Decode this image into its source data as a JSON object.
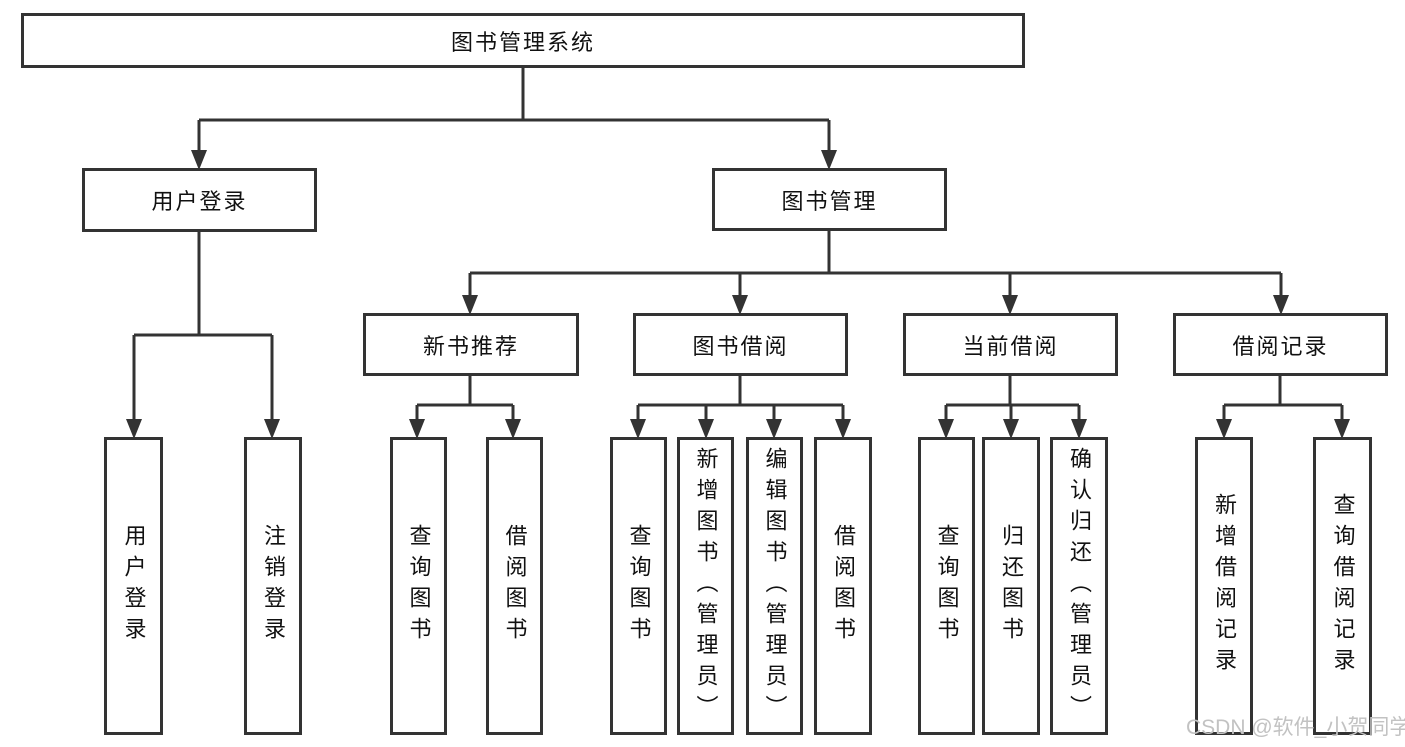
{
  "diagram": {
    "title": "图书管理系统",
    "branches": [
      {
        "label": "用户登录",
        "children": [
          {
            "label": "用户登录"
          },
          {
            "label": "注销登录"
          }
        ]
      },
      {
        "label": "图书管理",
        "children": [
          {
            "label": "新书推荐",
            "children": [
              {
                "label": "查询图书"
              },
              {
                "label": "借阅图书"
              }
            ]
          },
          {
            "label": "图书借阅",
            "children": [
              {
                "label": "查询图书"
              },
              {
                "label": "新增图书（管理员）"
              },
              {
                "label": "编辑图书（管理员）"
              },
              {
                "label": "借阅图书"
              }
            ]
          },
          {
            "label": "当前借阅",
            "children": [
              {
                "label": "查询图书"
              },
              {
                "label": "归还图书"
              },
              {
                "label": "确认归还（管理员）"
              }
            ]
          },
          {
            "label": "借阅记录",
            "children": [
              {
                "label": "新增借阅记录"
              },
              {
                "label": "查询借阅记录"
              }
            ]
          }
        ]
      }
    ]
  },
  "watermark": {
    "text": "CSDN @软件_小贺同学"
  },
  "colors": {
    "line": "#333333",
    "text": "#111111",
    "watermark": "#c2c2c2",
    "background": "#ffffff"
  }
}
